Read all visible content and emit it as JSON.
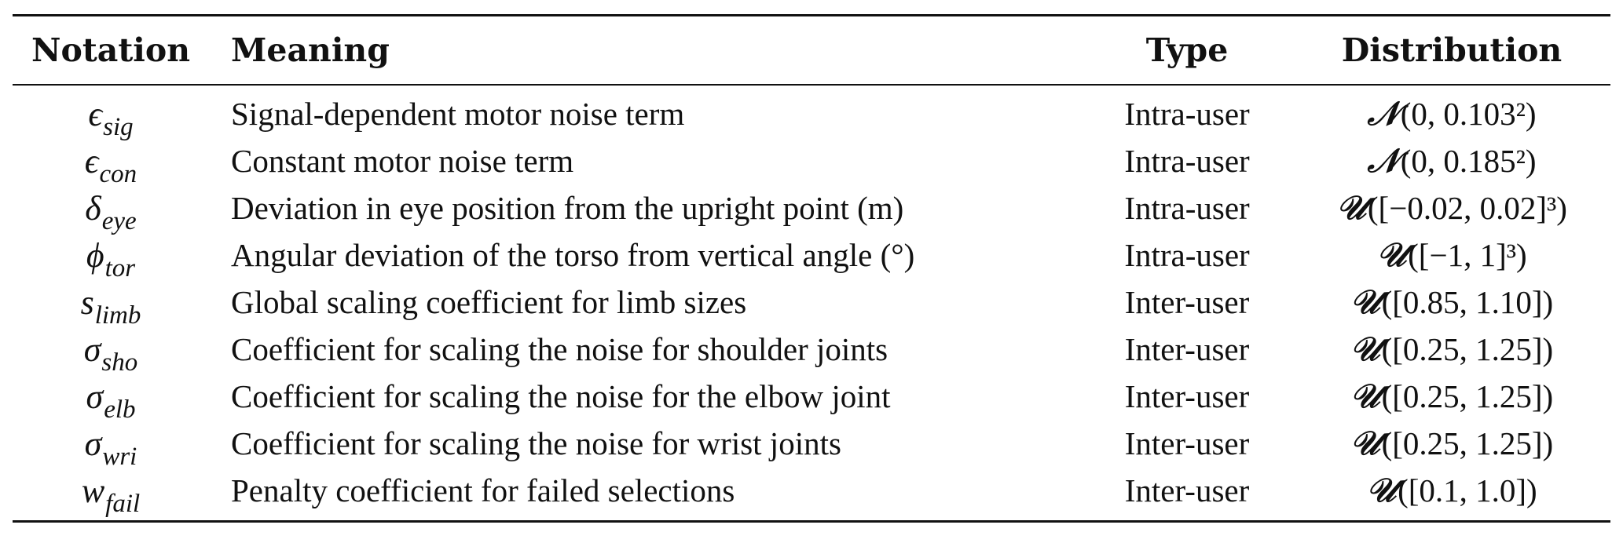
{
  "table": {
    "headers": {
      "notation": "Notation",
      "meaning": "Meaning",
      "type": "Type",
      "distribution": "Distribution"
    },
    "rows": [
      {
        "notation_base": "ϵ",
        "notation_sub": "sig",
        "meaning": "Signal-dependent motor noise term",
        "type": "Intra-user",
        "dist_symbol": "𝒩",
        "dist_args": "(0, 0.103²)"
      },
      {
        "notation_base": "ϵ",
        "notation_sub": "con",
        "meaning": "Constant motor noise term",
        "type": "Intra-user",
        "dist_symbol": "𝒩",
        "dist_args": "(0, 0.185²)"
      },
      {
        "notation_base": "δ",
        "notation_sub": "eye",
        "meaning": "Deviation in eye position from the upright point (m)",
        "type": "Intra-user",
        "dist_symbol": "𝒰",
        "dist_args": "([−0.02, 0.02]³)"
      },
      {
        "notation_base": "ϕ",
        "notation_sub": "tor",
        "meaning": "Angular deviation of the torso from vertical angle (°)",
        "type": "Intra-user",
        "dist_symbol": "𝒰",
        "dist_args": "([−1, 1]³)"
      },
      {
        "notation_base": "s",
        "notation_sub": "limb",
        "meaning": "Global scaling coefficient for limb sizes",
        "type": "Inter-user",
        "dist_symbol": "𝒰",
        "dist_args": "([0.85, 1.10])"
      },
      {
        "notation_base": "σ",
        "notation_sub": "sho",
        "meaning": "Coefficient for scaling the noise for shoulder joints",
        "type": "Inter-user",
        "dist_symbol": "𝒰",
        "dist_args": "([0.25, 1.25])"
      },
      {
        "notation_base": "σ",
        "notation_sub": "elb",
        "meaning": "Coefficient for scaling the noise for the elbow joint",
        "type": "Inter-user",
        "dist_symbol": "𝒰",
        "dist_args": "([0.25, 1.25])"
      },
      {
        "notation_base": "σ",
        "notation_sub": "wri",
        "meaning": "Coefficient for scaling the noise for wrist joints",
        "type": "Inter-user",
        "dist_symbol": "𝒰",
        "dist_args": "([0.25, 1.25])"
      },
      {
        "notation_base": "w",
        "notation_sub": "fail",
        "meaning": "Penalty coefficient for failed selections",
        "type": "Inter-user",
        "dist_symbol": "𝒰",
        "dist_args": "([0.1, 1.0])"
      }
    ]
  }
}
